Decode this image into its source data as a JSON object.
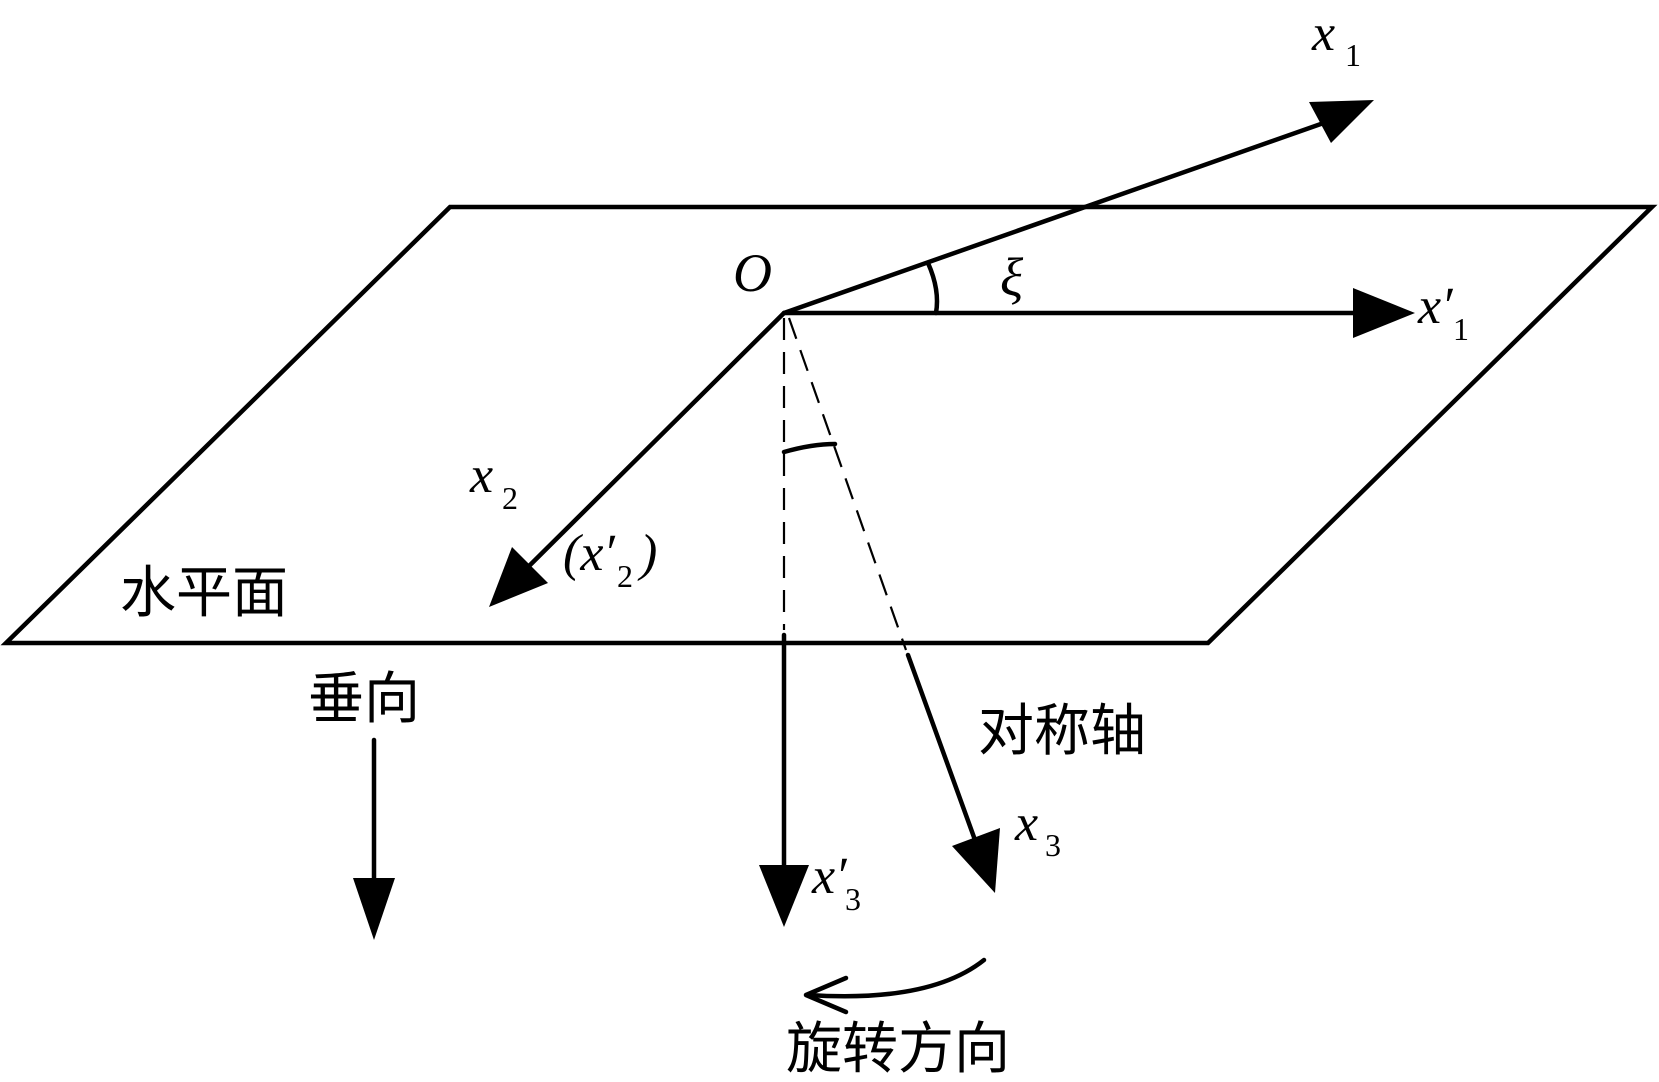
{
  "labels": {
    "origin": "O",
    "angle_xi": "ξ",
    "x1": "x",
    "x1_sub": "1",
    "x1p": "x′",
    "x1p_sub": "1",
    "x2": "x",
    "x2_sub": "2",
    "x2p_open": "(x′",
    "x2p_sub": "2",
    "x2p_close": ")",
    "x3": "x",
    "x3_sub": "3",
    "x3p": "x′",
    "x3p_sub": "3",
    "plane": "水平面",
    "vertical": "垂向",
    "sym_axis": "对称轴",
    "rotation": "旋转方向"
  }
}
